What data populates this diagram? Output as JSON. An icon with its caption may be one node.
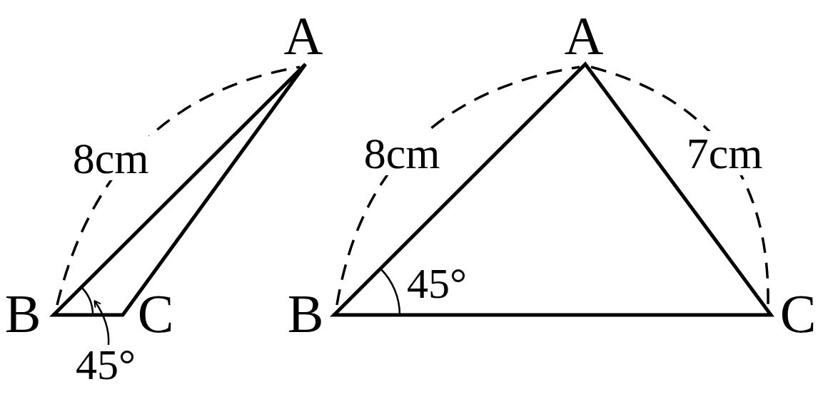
{
  "diagram": {
    "nodes": [
      {
        "text": [
          "45°"
        ]
      },
      {
        "text": [],
        "shape": "arc"
      }
    ],
    "edges": [
      {
        "from": 0,
        "to": 1,
        "arrow": "to"
      }
    ],
    "labels": [
      "A",
      "8cm",
      "B",
      "C",
      "A",
      "8cm",
      "7cm",
      "B",
      "45°",
      "C"
    ]
  }
}
